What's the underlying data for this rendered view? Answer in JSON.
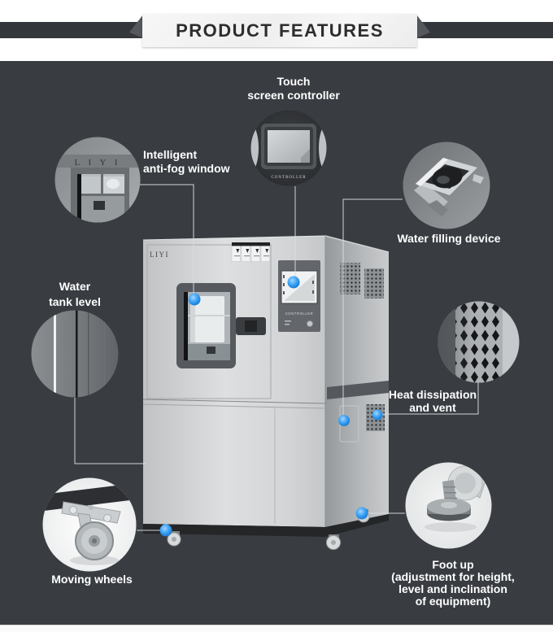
{
  "banner": {
    "title": "PRODUCT FEATURES"
  },
  "features": {
    "touch": {
      "line1": "Touch",
      "line2": "screen controller"
    },
    "antifog": {
      "line1": "Intelligent",
      "line2": "anti-fog window"
    },
    "water_filling": {
      "line1": "Water filling device"
    },
    "water_tank": {
      "line1": "Water",
      "line2": "tank level"
    },
    "heat": {
      "line1": "Heat dissipation",
      "line2": "and vent"
    },
    "wheels": {
      "line1": "Moving wheels"
    },
    "foot": {
      "line1": "Foot up",
      "line2": "(adjustment for height,",
      "line3": "level and inclination",
      "line4": "of equipment)"
    }
  },
  "machine": {
    "brand_label": "LIYI",
    "panel_screen_label": "CONTROLLER",
    "window_brand_letters": "L I Y I",
    "touch_circle_label": "CONTROLLER"
  },
  "icons": {
    "feature_marker": "blue-dot",
    "warning_labels": "triangle-warning-stickers"
  },
  "colors": {
    "background_dark": "#393d42",
    "banner_bar": "#33363a",
    "ribbon": "#f4f4f4",
    "title_text": "#2d2d2d",
    "label_text": "#ffffff",
    "callout_line": "#d9dbdd",
    "marker_blue": "#2e9bf5"
  }
}
